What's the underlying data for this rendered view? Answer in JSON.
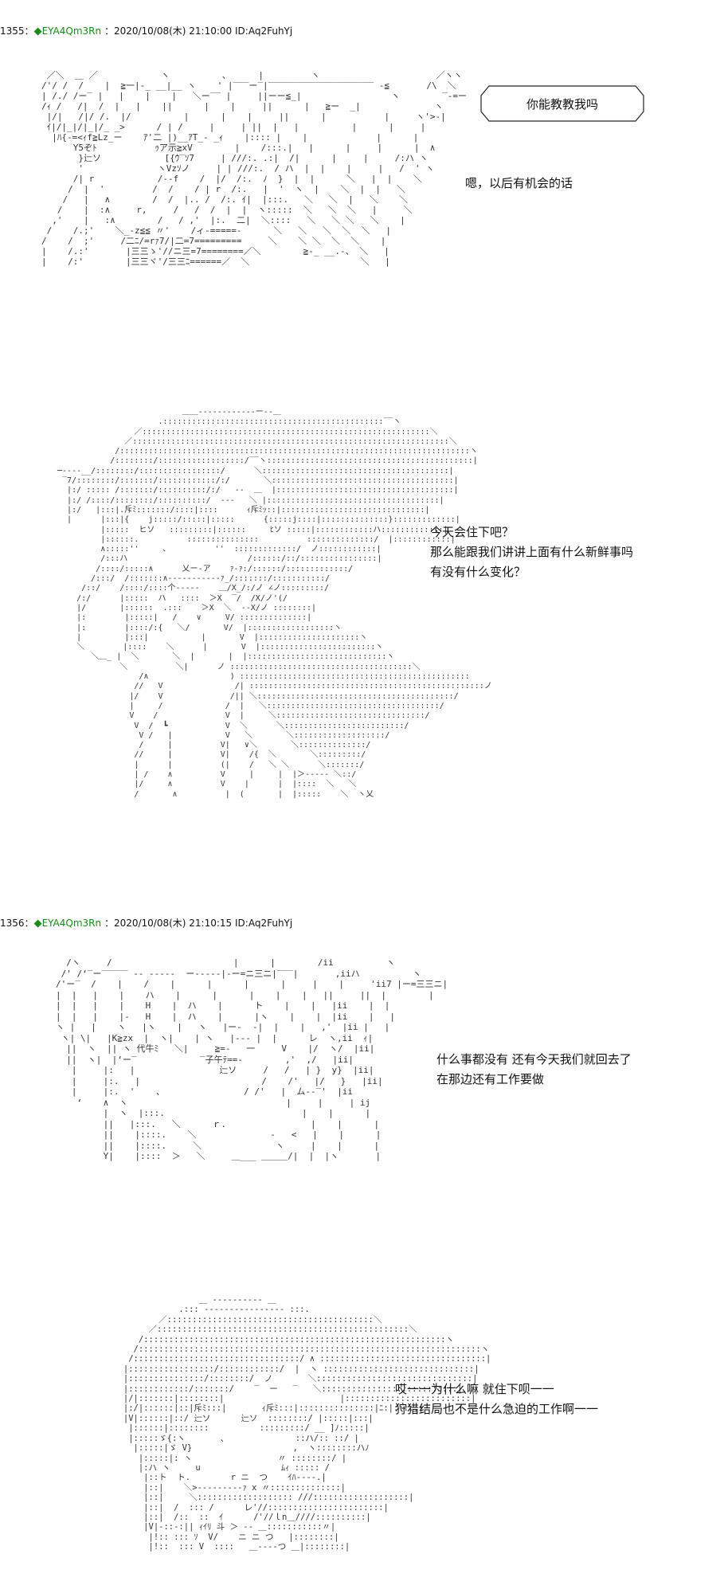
{
  "posts": [
    {
      "number": "1355",
      "separator": "：",
      "diamond": "◆",
      "trip": "EYA4Qm3Rn",
      "datetime": "：2020/10/08(木) 21:10:00",
      "id": "ID:Aq2FuhYj"
    },
    {
      "number": "1356",
      "separator": "：",
      "diamond": "◆",
      "trip": "EYA4Qm3Rn",
      "datetime": "：2020/10/08(木) 21:10:15",
      "id": "ID:Aq2FuhYj"
    }
  ],
  "dialogue": {
    "bubble": "你能教教我吗",
    "reply1": "嗯，以后有机会的话",
    "line2a": "今天会住下吧？",
    "line2b": "那么能跟我们讲讲上面有什么新鲜事吗",
    "line2c": "有没有什么变化？",
    "line3a": "什么事都没有  还有今天我们就回去了",
    "line3b": "在那边还有工作要做",
    "line4a": "哎一一为什么嘛  就住下呗一一",
    "line4b": "狩猎结局也不是什么急迫的工作啊一一"
  }
}
